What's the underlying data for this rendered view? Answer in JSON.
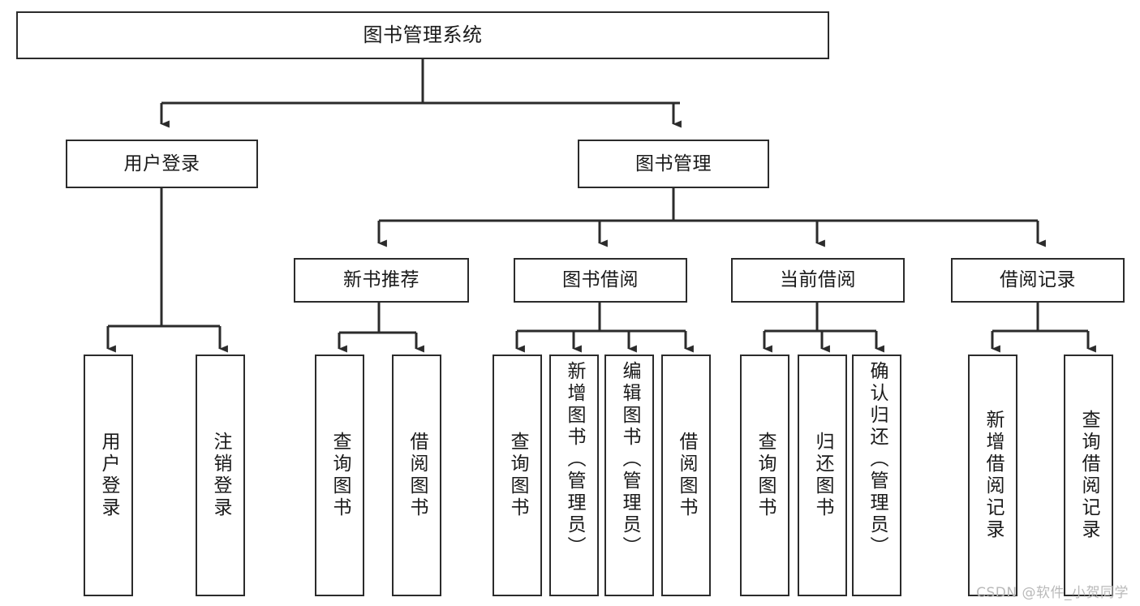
{
  "diagram": {
    "title_node": {
      "label": "图书管理系统"
    },
    "level2": [
      {
        "id": "user-login",
        "label": "用户登录"
      },
      {
        "id": "book-manage",
        "label": "图书管理"
      }
    ],
    "level3": [
      {
        "id": "new-book-rec",
        "label": "新书推荐"
      },
      {
        "id": "book-borrow",
        "label": "图书借阅"
      },
      {
        "id": "current-borrow",
        "label": "当前借阅"
      },
      {
        "id": "borrow-record",
        "label": "借阅记录"
      }
    ],
    "leaves": [
      {
        "id": "leaf-user-login",
        "label": "用户登录"
      },
      {
        "id": "leaf-logout-login",
        "label": "注销登录"
      },
      {
        "id": "leaf-query-book-1",
        "label": "查询图书"
      },
      {
        "id": "leaf-borrow-book-1",
        "label": "借阅图书"
      },
      {
        "id": "leaf-query-book-2",
        "label": "查询图书"
      },
      {
        "id": "leaf-add-book",
        "label": "新增图书（管理员）"
      },
      {
        "id": "leaf-edit-book",
        "label": "编辑图书（管理员）"
      },
      {
        "id": "leaf-borrow-book-2",
        "label": "借阅图书"
      },
      {
        "id": "leaf-query-book-3",
        "label": "查询图书"
      },
      {
        "id": "leaf-return-book",
        "label": "归还图书"
      },
      {
        "id": "leaf-confirm-return",
        "label": "确认归还（管理员）"
      },
      {
        "id": "leaf-add-record",
        "label": "新增借阅记录"
      },
      {
        "id": "leaf-query-record",
        "label": "查询借阅记录"
      }
    ],
    "watermark": "CSDN @软件_小贺同学",
    "colors": {
      "stroke": "#2b2b2b",
      "background": "#ffffff",
      "text": "#1a1a1a",
      "watermark": "#b9b9b9"
    }
  }
}
